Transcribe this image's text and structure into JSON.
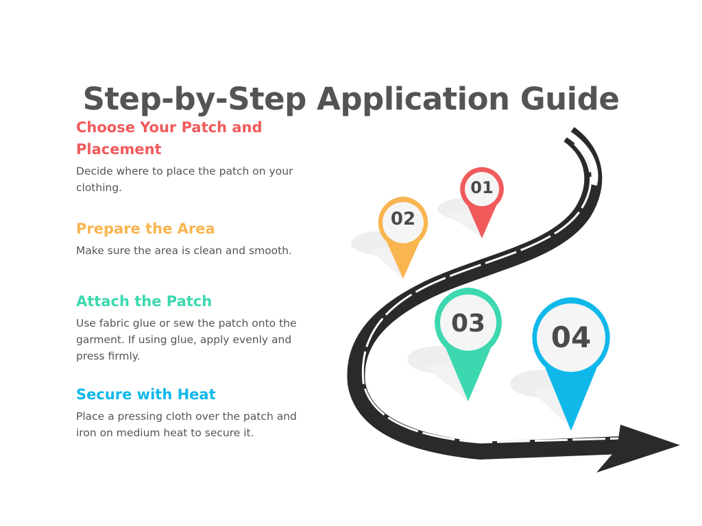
{
  "title": "Step-by-Step Application Guide",
  "steps": [
    {
      "number": "01",
      "title": "Choose Your Patch and Placement",
      "description": "Decide where to place the patch on your clothing.",
      "color": "#f05a5b"
    },
    {
      "number": "02",
      "title": "Prepare the Area",
      "description": "Make sure the area is clean and smooth.",
      "color": "#f8b550"
    },
    {
      "number": "03",
      "title": "Attach the Patch",
      "description": "Use fabric glue or sew the patch onto the garment. If using glue, apply evenly and press firmly.",
      "color": "#3dd8b0"
    },
    {
      "number": "04",
      "title": "Secure with Heat",
      "description": "Place a pressing cloth over the patch and iron on medium heat to secure it.",
      "color": "#10b8ea"
    }
  ],
  "colors": {
    "title_text": "#545454",
    "body_text": "#545454",
    "road": "#2a2a2a",
    "pin_inner": "#f5f5f5",
    "shadow": "#eeeeee"
  }
}
